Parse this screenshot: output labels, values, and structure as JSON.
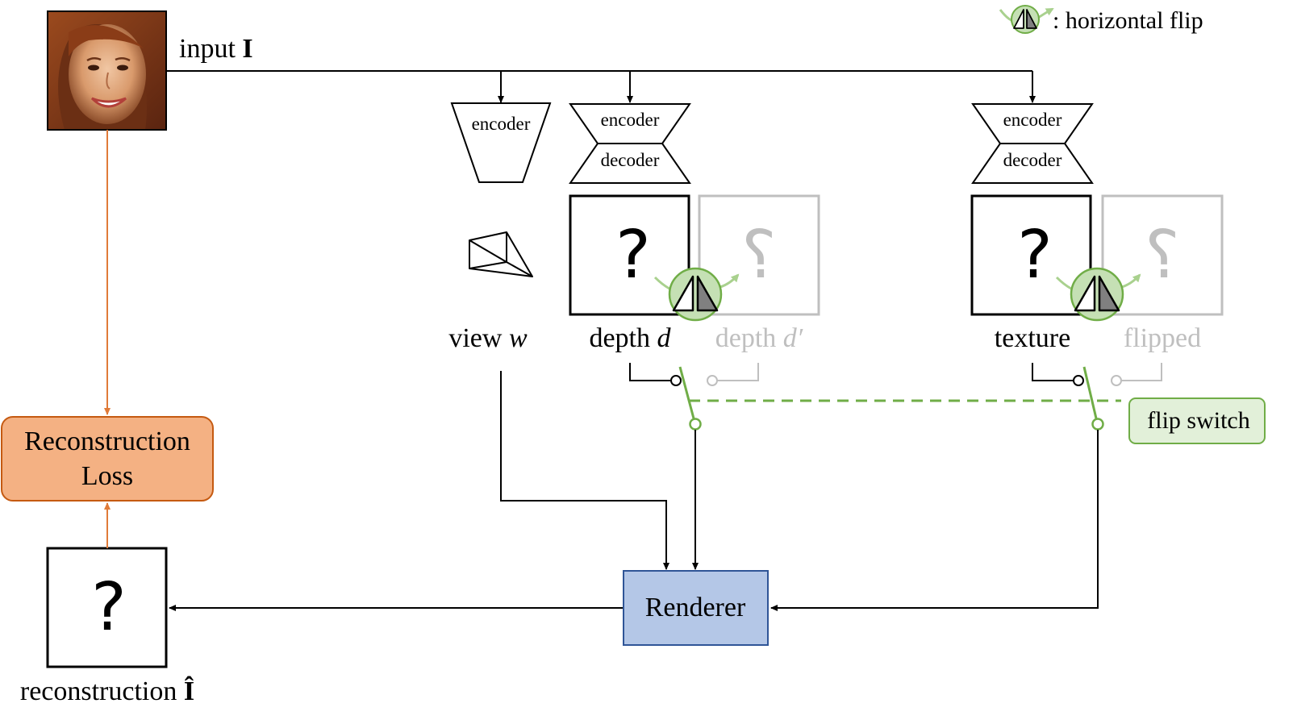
{
  "legend": {
    "flip_text": ": horizontal flip"
  },
  "input": {
    "label_prefix": "input ",
    "label_symbol": "I"
  },
  "encoder_view": {
    "label": "encoder"
  },
  "depth_net": {
    "encoder_label": "encoder",
    "decoder_label": "decoder"
  },
  "albedo_net": {
    "encoder_label": "encoder",
    "decoder_label": "decoder"
  },
  "view": {
    "label_prefix": "view ",
    "label_symbol": "w"
  },
  "depth": {
    "label_prefix": "depth ",
    "label_symbol": "d",
    "placeholder": "?"
  },
  "depth_flipped": {
    "label_prefix": "depth ",
    "label_symbol": "d′",
    "placeholder": "?"
  },
  "texture": {
    "label": "texture",
    "placeholder": "?"
  },
  "texture_flipped": {
    "label": "flipped",
    "placeholder": "?"
  },
  "flip_switch": {
    "label": "flip switch"
  },
  "loss": {
    "line1": "Reconstruction",
    "line2": "Loss"
  },
  "renderer": {
    "label": "Renderer"
  },
  "reconstruction": {
    "label_prefix": "reconstruction ",
    "label_symbol": "Î",
    "placeholder": "?"
  },
  "colors": {
    "line": "#000000",
    "orange_line": "#e07b39",
    "loss_fill": "#f4b183",
    "loss_stroke": "#c55a11",
    "renderer_fill": "#b4c7e7",
    "renderer_stroke": "#2f5597",
    "green": "#70ad47",
    "green_fill": "#c5e0b4",
    "green_light": "#a9d18e",
    "gray": "#bfbfbf",
    "flip_tri_dark": "#808080"
  }
}
